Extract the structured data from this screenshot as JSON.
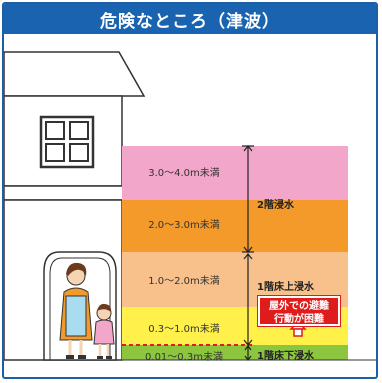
{
  "title": "危険なところ（津波）",
  "bands": [
    {
      "label": "3.0～4.0m未満",
      "color": "#f2a6c9"
    },
    {
      "label": "2.0～3.0m未満",
      "color": "#f39a2a"
    },
    {
      "label": "1.0～2.0m未満",
      "color": "#f8c08a"
    },
    {
      "label": "0.3～1.0m未満",
      "color": "#fff04a"
    },
    {
      "label": "0.01～0.3m未満",
      "color": "#8cc63e"
    }
  ],
  "side_labels": {
    "second_floor": "2階浸水",
    "first_floor_above": "1階床上浸水",
    "first_floor_below": "1階床下浸水"
  },
  "warning": {
    "line1": "屋外での避難",
    "line2": "行動が困難"
  },
  "colors": {
    "title_bg": "#1a63b0",
    "warning_bg": "#e01b1b"
  }
}
